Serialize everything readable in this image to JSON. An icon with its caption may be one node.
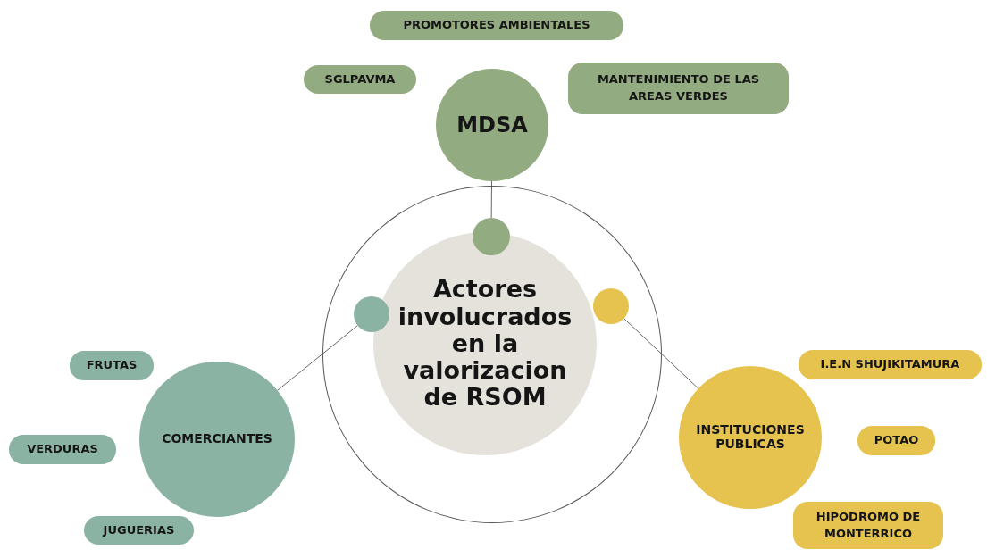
{
  "diagram": {
    "nodes": [
      {
        "text": [
          "PROMOTORES AMBIENTALES"
        ]
      },
      {
        "text": [
          "SGLPAVMA"
        ]
      },
      {
        "text": [
          "MANTENIMIENTO DE LAS AREAS VERDES"
        ]
      },
      {
        "text": [
          "MDSA"
        ]
      },
      {
        "text": [],
        "shape": "circle"
      },
      {
        "text": [],
        "shape": "circle",
        "in": 4
      },
      {
        "text": [
          "Actores involucrados en la valorizacion de RSOM"
        ],
        "in": 4
      },
      {
        "text": [],
        "shape": "circle",
        "in": 4
      },
      {
        "text": [],
        "shape": "circle",
        "in": 4
      },
      {
        "text": [
          "FRUTAS"
        ]
      },
      {
        "text": [
          "I.E.N SHUJIKITAMURA"
        ]
      },
      {
        "text": [
          "COMERCIANTES"
        ]
      },
      {
        "text": [
          "INSTITUCIONES PUBLICAS"
        ]
      },
      {
        "text": [
          "VERDURAS"
        ]
      },
      {
        "text": [
          "POTAO"
        ]
      },
      {
        "text": [
          "JUGUERIAS"
        ]
      },
      {
        "text": [
          "HIPODROMO DE MONTERRICO"
        ]
      }
    ],
    "edges": [
      {
        "from": 3,
        "to": 5,
        "arrow": "none"
      },
      {
        "from": 11,
        "to": 7,
        "arrow": "none"
      },
      {
        "from": 12,
        "to": 8,
        "arrow": "none"
      }
    ]
  }
}
